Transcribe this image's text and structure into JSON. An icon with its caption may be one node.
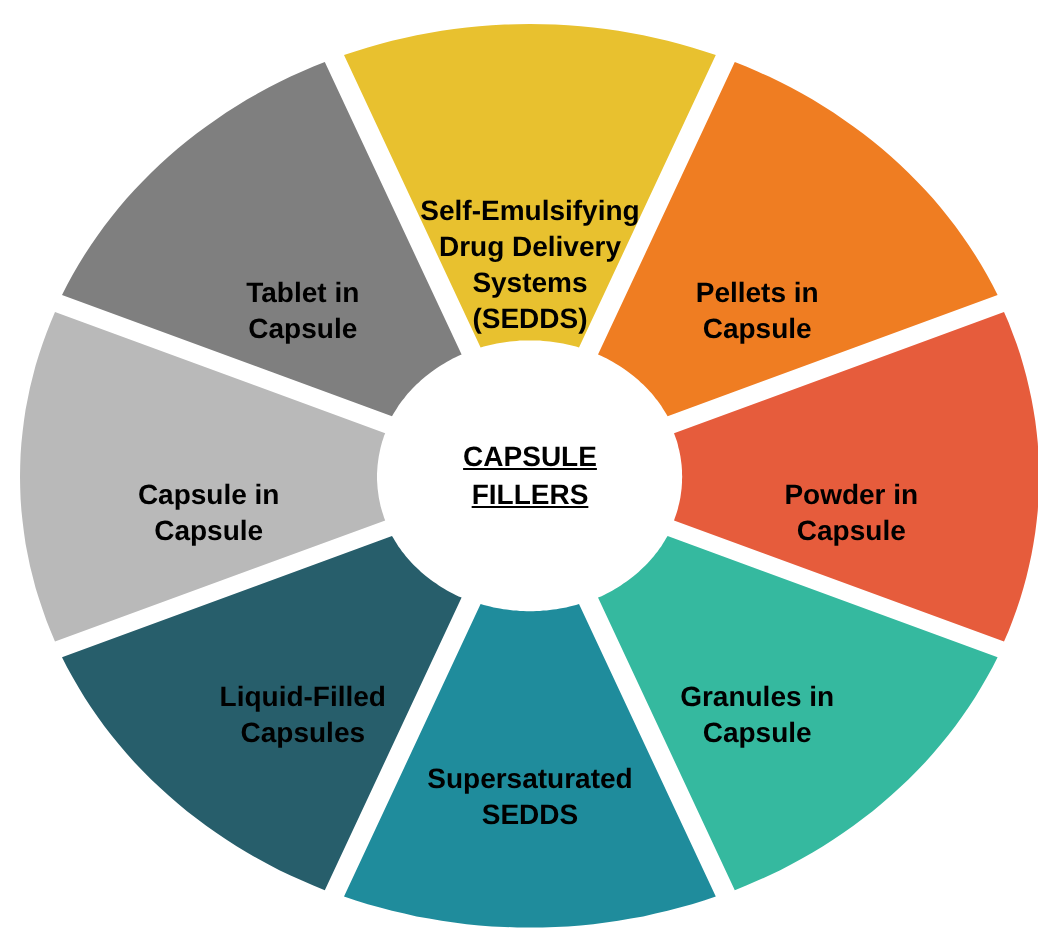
{
  "diagram": {
    "nodes": [
      {
        "text": [
          "CAPSULE FILLERS"
        ]
      },
      {
        "text": [
          "Self-Emulsifying Drug Delivery Systems (SEDDS)"
        ]
      },
      {
        "text": [
          "Pellets in Capsule"
        ]
      },
      {
        "text": [
          "Powder in Capsule"
        ]
      },
      {
        "text": [
          "Granules in Capsule"
        ]
      },
      {
        "text": [
          "Supersaturated SEDDS"
        ]
      },
      {
        "text": [
          "Liquid-Filled Capsules"
        ]
      },
      {
        "text": [
          "Capsule in Capsule"
        ]
      },
      {
        "text": [
          "Tablet in Capsule"
        ]
      }
    ]
  }
}
